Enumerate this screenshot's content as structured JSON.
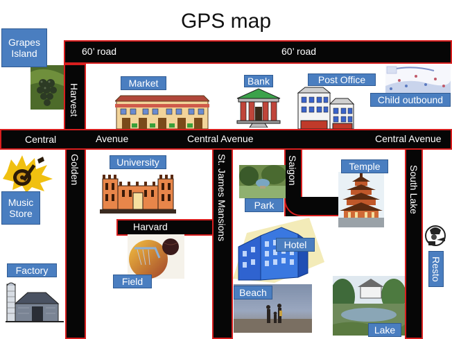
{
  "title": "GPS map",
  "roads": {
    "top_road": [
      "60’ road",
      "60’ road"
    ],
    "central_avenue": [
      "Central",
      "Avenue",
      "Central  Avenue",
      "Central Avenue"
    ],
    "harvest": "Harvest",
    "golden": "Golden",
    "st_james": "St. James  Mansions",
    "saigon": "Saigon",
    "south_lake": "South Lake",
    "harvard": "Harvard"
  },
  "places": {
    "grapes_island": "Grapes Island",
    "market": "Market",
    "bank": "Bank",
    "post_office": "Post Office",
    "child_outbound": "Child outbound",
    "university": "University",
    "temple": "Temple",
    "park": "Park",
    "music_store": "Music Store",
    "hotel": "Hotel",
    "field": "Field",
    "factory": "Factory",
    "beach": "Beach",
    "lake": "Lake",
    "resto": "Resto"
  },
  "colors": {
    "road": "#060606",
    "road_border": "#d81e1e",
    "label_bg": "#4a7ec0"
  }
}
